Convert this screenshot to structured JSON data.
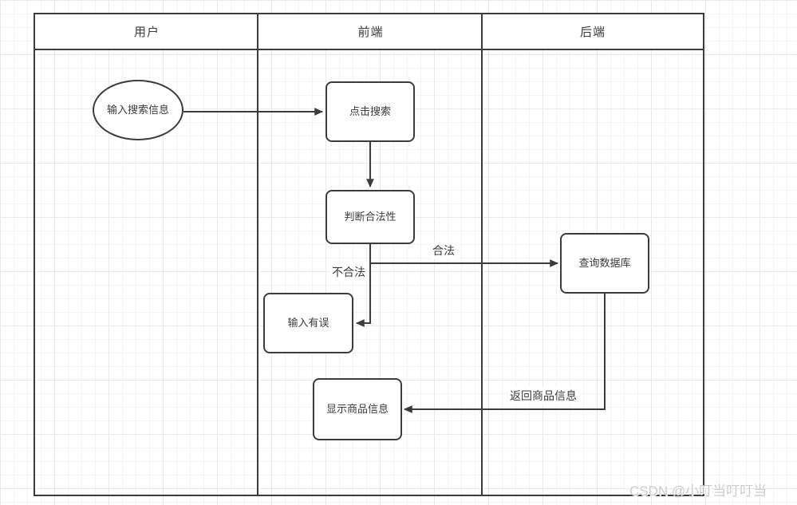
{
  "diagram": {
    "type": "swimlane-flowchart",
    "lanes": [
      {
        "label": "用户"
      },
      {
        "label": "前端"
      },
      {
        "label": "后端"
      }
    ],
    "nodes": [
      {
        "id": "input-search",
        "shape": "ellipse",
        "lane": "用户",
        "label": "输入搜索信息"
      },
      {
        "id": "click-search",
        "shape": "rect",
        "lane": "前端",
        "label": "点击搜索"
      },
      {
        "id": "validate",
        "shape": "rect",
        "lane": "前端",
        "label": "判断合法性"
      },
      {
        "id": "query-db",
        "shape": "rect",
        "lane": "后端",
        "label": "查询数据库"
      },
      {
        "id": "input-error",
        "shape": "rect",
        "lane": "前端",
        "label": "输入有误"
      },
      {
        "id": "show-product",
        "shape": "rect",
        "lane": "前端",
        "label": "显示商品信息"
      }
    ],
    "edges": [
      {
        "from": "input-search",
        "to": "click-search",
        "label": ""
      },
      {
        "from": "click-search",
        "to": "validate",
        "label": ""
      },
      {
        "from": "validate",
        "to": "query-db",
        "label": "合法"
      },
      {
        "from": "validate",
        "to": "input-error",
        "label": "不合法"
      },
      {
        "from": "query-db",
        "to": "show-product",
        "label": "返回商品信息"
      }
    ]
  },
  "watermark": {
    "text": "CSDN @小叮当叮叮当"
  },
  "colors": {
    "stroke": "#3c3c3c",
    "node_fill": "#ffffff",
    "grid_minor": "#f4f4f4",
    "grid_major": "#e9e9e9",
    "watermark": "#cccccc"
  }
}
